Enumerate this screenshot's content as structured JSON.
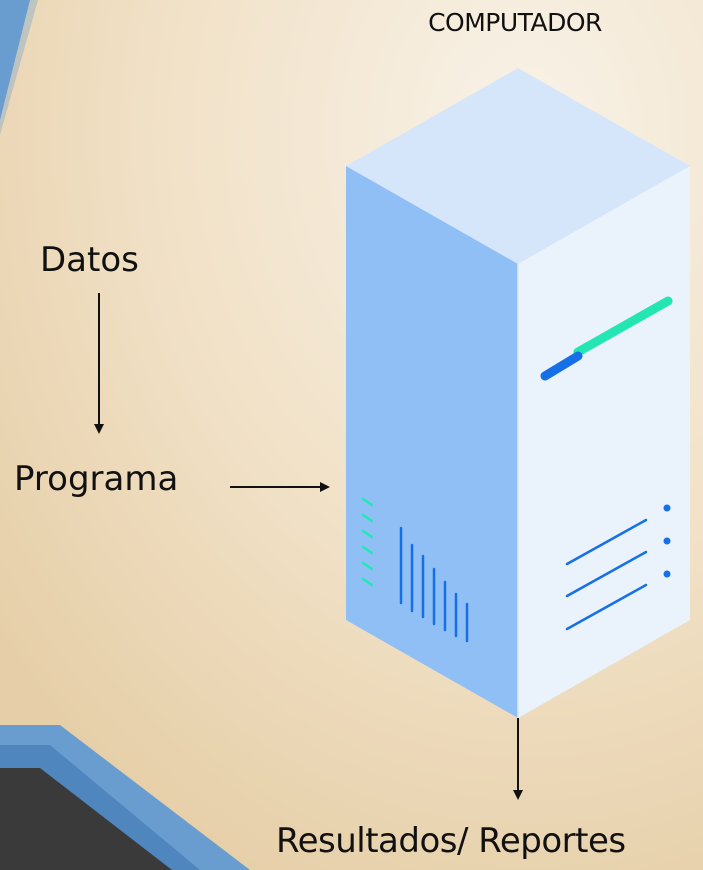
{
  "diagram": {
    "title": "COMPUTADOR",
    "input_label": "Datos",
    "program_label": "Programa",
    "output_label": "Resultados/ Reportes"
  },
  "colors": {
    "background_light": "#f7efe3",
    "background_warm": "#ead3ad",
    "accent_blue": "#5a8fc4",
    "accent_dark": "#3c3c3c",
    "server_top": "#d6e6fa",
    "server_left": "#90bff6",
    "server_right": "#eaf2fc",
    "server_green": "#23e6b3",
    "server_blue": "#1570e8",
    "arrow": "#111111"
  },
  "icons": {
    "server": "server-tower-icon"
  }
}
